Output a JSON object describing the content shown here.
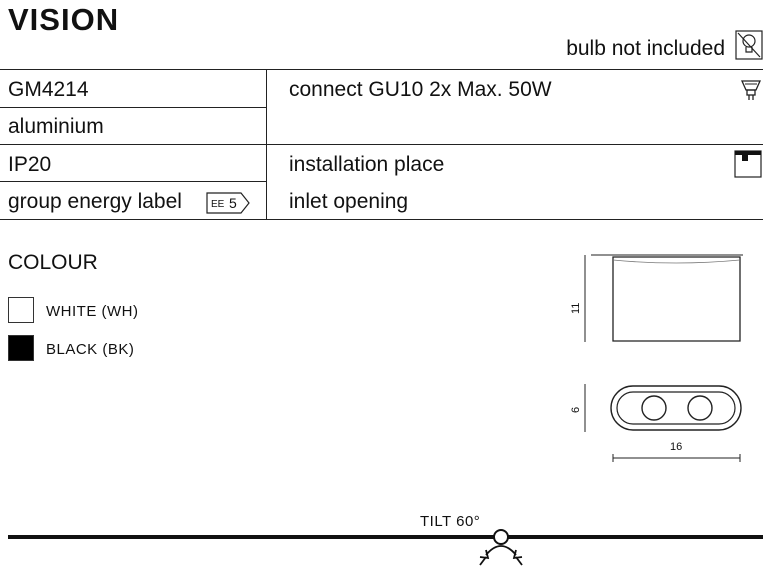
{
  "title": "VISION",
  "bulb_note": "bulb not included",
  "specs": {
    "code": "GM4214",
    "material": "aluminium",
    "ip_rating": "IP20",
    "energy_label_text": "group energy label",
    "energy_badge_prefix": "EE",
    "energy_badge_value": "5",
    "connect": "connect GU10 2x Max. 50W",
    "installation": "installation place",
    "inlet": "inlet opening"
  },
  "colour": {
    "heading": "COLOUR",
    "options": [
      {
        "label": "WHITE (WH)",
        "swatch": "#ffffff"
      },
      {
        "label": "BLACK (BK)",
        "swatch": "#000000"
      }
    ]
  },
  "dimensions": {
    "height": "11",
    "depth": "6",
    "width": "16"
  },
  "tilt": "TILT 60°",
  "icons": [
    "no-bulb-icon",
    "gu10-bulb-icon",
    "installation-place-icon",
    "tilt-arrows-icon"
  ]
}
